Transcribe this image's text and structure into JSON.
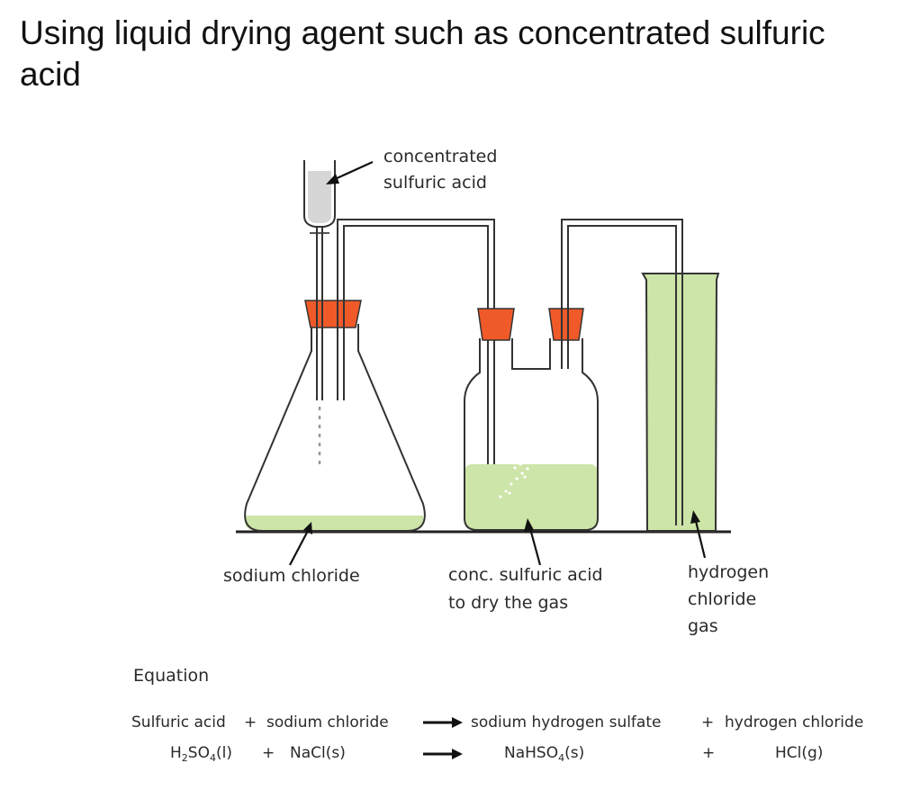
{
  "title": "Using liquid drying agent such as concentrated sulfuric acid",
  "labels": {
    "acid_line1": "concentrated",
    "acid_line2": "sulfuric acid",
    "sodium_chloride": "sodium chloride",
    "drying_line1": "conc. sulfuric acid",
    "drying_line2": "to dry the gas",
    "gas_line1": "hydrogen",
    "gas_line2": "chloride",
    "gas_line3": "gas"
  },
  "equation": {
    "heading": "Equation",
    "word": {
      "reactant1": "Sulfuric acid",
      "plus1": "+",
      "reactant2": "sodium chloride",
      "product1": "sodium hydrogen sulfate",
      "plus2": "+",
      "product2": "hydrogen chloride"
    },
    "symbol": {
      "r1_a": "H",
      "r1_sub1": "2",
      "r1_b": "SO",
      "r1_sub2": "4",
      "r1_c": "(l)",
      "plus1": "+",
      "reactant2": "NaCl(s)",
      "p1_a": "NaHSO",
      "p1_sub": "4",
      "p1_b": "(s)",
      "plus2": "+",
      "product2": "HCl(g)"
    }
  },
  "colors": {
    "stopper": "#f05a28",
    "liquid": "#cde5a8",
    "funnel_acid": "#d6d6d6",
    "outline": "#333333"
  }
}
